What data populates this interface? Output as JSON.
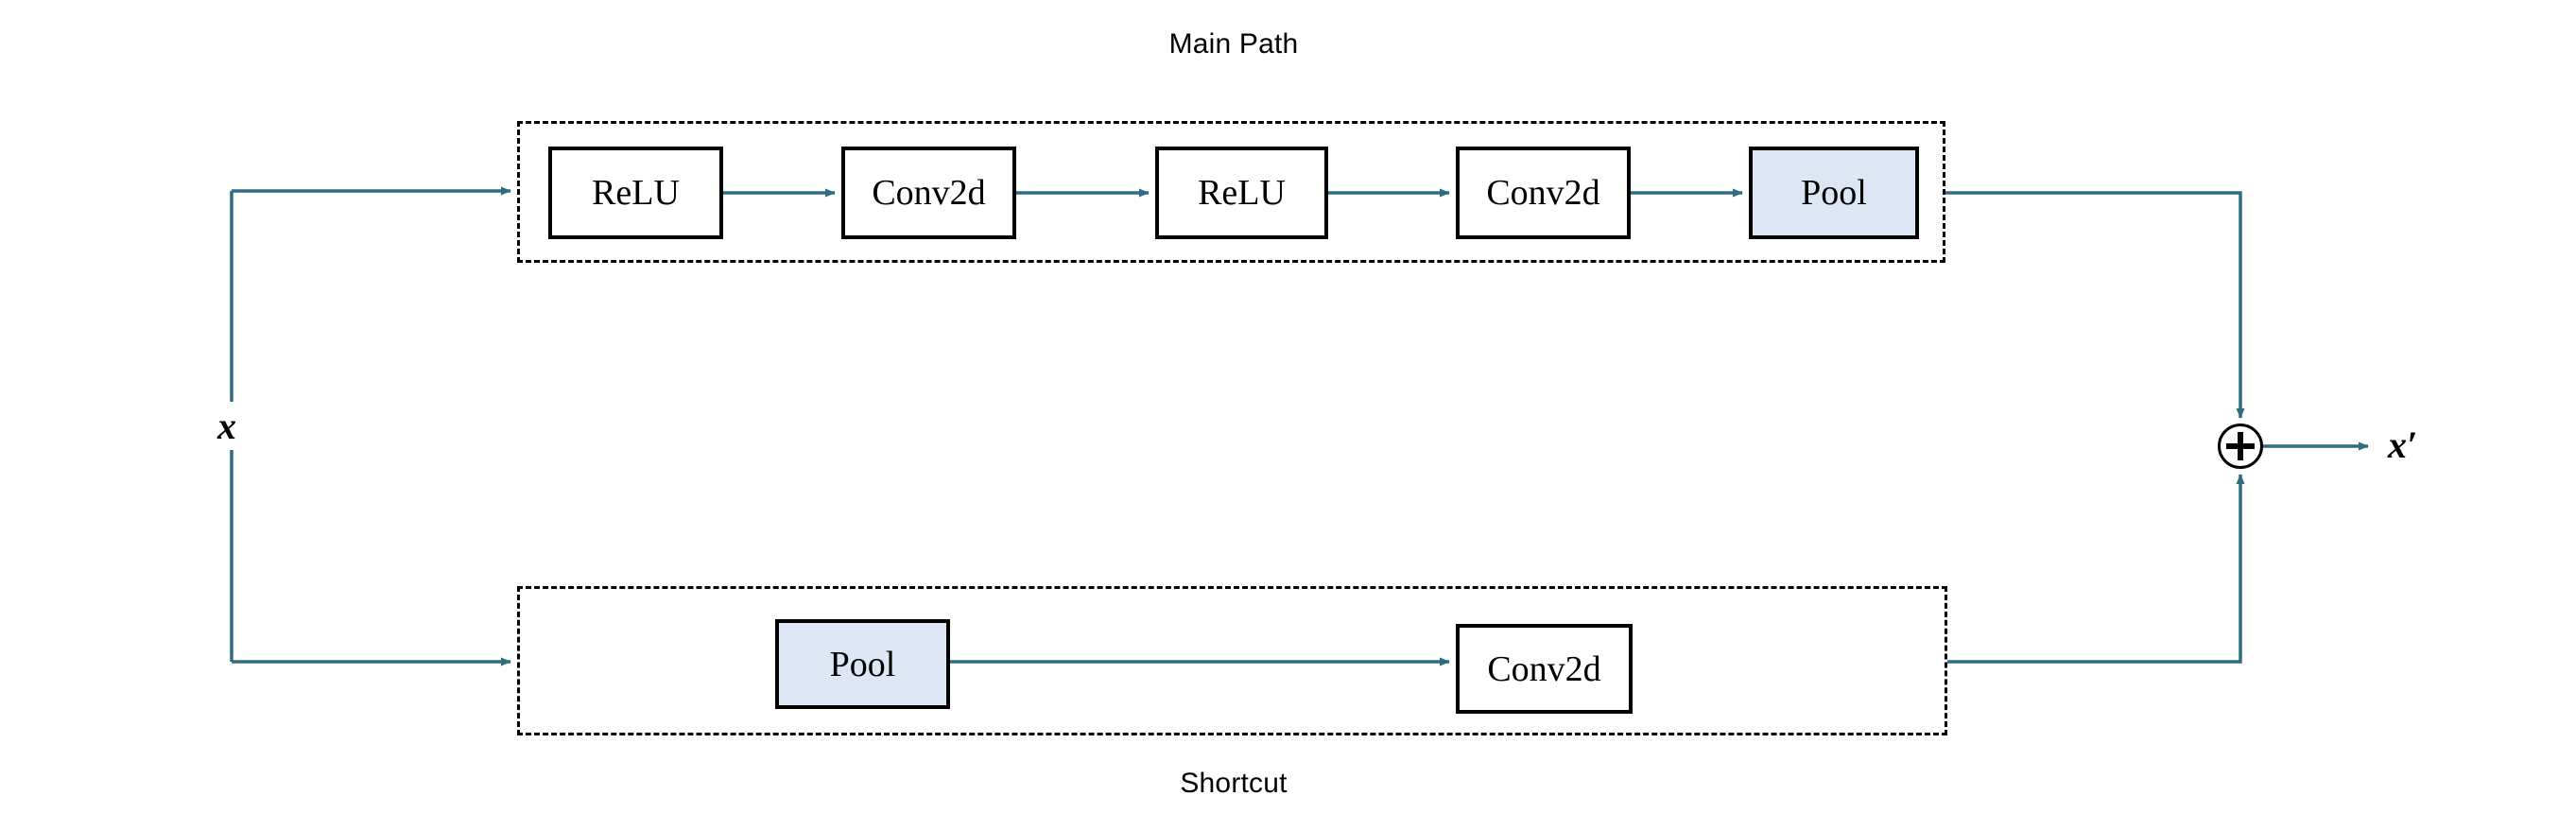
{
  "diagram": {
    "title_main": "Main Path",
    "title_shortcut": "Shortcut",
    "input_label": "x",
    "output_label": "x′",
    "sum_symbol": "plus-in-circle",
    "colors": {
      "connector": "#2e6d80",
      "node_border": "#000000",
      "node_fill": "#ffffff",
      "highlight_fill": "#dce6f5",
      "group_border": "#000000",
      "background": "#ffffff",
      "text": "#000000"
    },
    "main_path": {
      "label": "Main Path",
      "nodes": [
        {
          "label": "ReLU",
          "type": "activation",
          "highlight": false
        },
        {
          "label": "Conv2d",
          "type": "convolution",
          "highlight": false
        },
        {
          "label": "ReLU",
          "type": "activation",
          "highlight": false
        },
        {
          "label": "Conv2d",
          "type": "convolution",
          "highlight": false
        },
        {
          "label": "Pool",
          "type": "pooling",
          "highlight": true
        }
      ]
    },
    "shortcut_path": {
      "label": "Shortcut",
      "nodes": [
        {
          "label": "Pool",
          "type": "pooling",
          "highlight": true
        },
        {
          "label": "Conv2d",
          "type": "convolution",
          "highlight": false
        }
      ]
    }
  }
}
